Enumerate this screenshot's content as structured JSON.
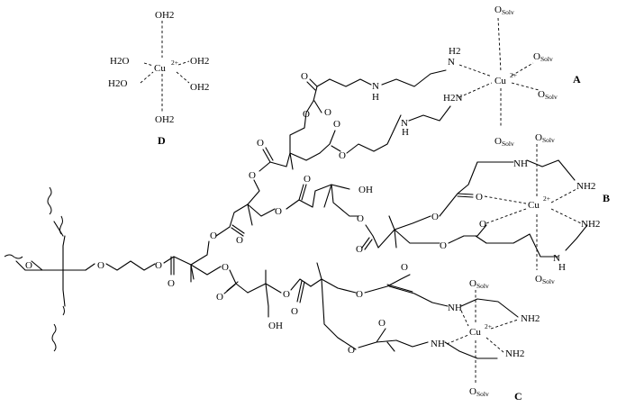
{
  "labels": {
    "a": "A",
    "b": "B",
    "c": "C",
    "d": "D"
  },
  "atoms": {
    "cu": "Cu",
    "charge": "2+",
    "o": "O",
    "n": "N",
    "h": "H",
    "oh": "OH",
    "h2o": "H2O",
    "water": "OH2",
    "nh2": "NH2",
    "h2n": "H2N",
    "solv": "Solv",
    "h2": "H2"
  },
  "colors": {
    "ink": "#000000",
    "background": "#ffffff"
  }
}
